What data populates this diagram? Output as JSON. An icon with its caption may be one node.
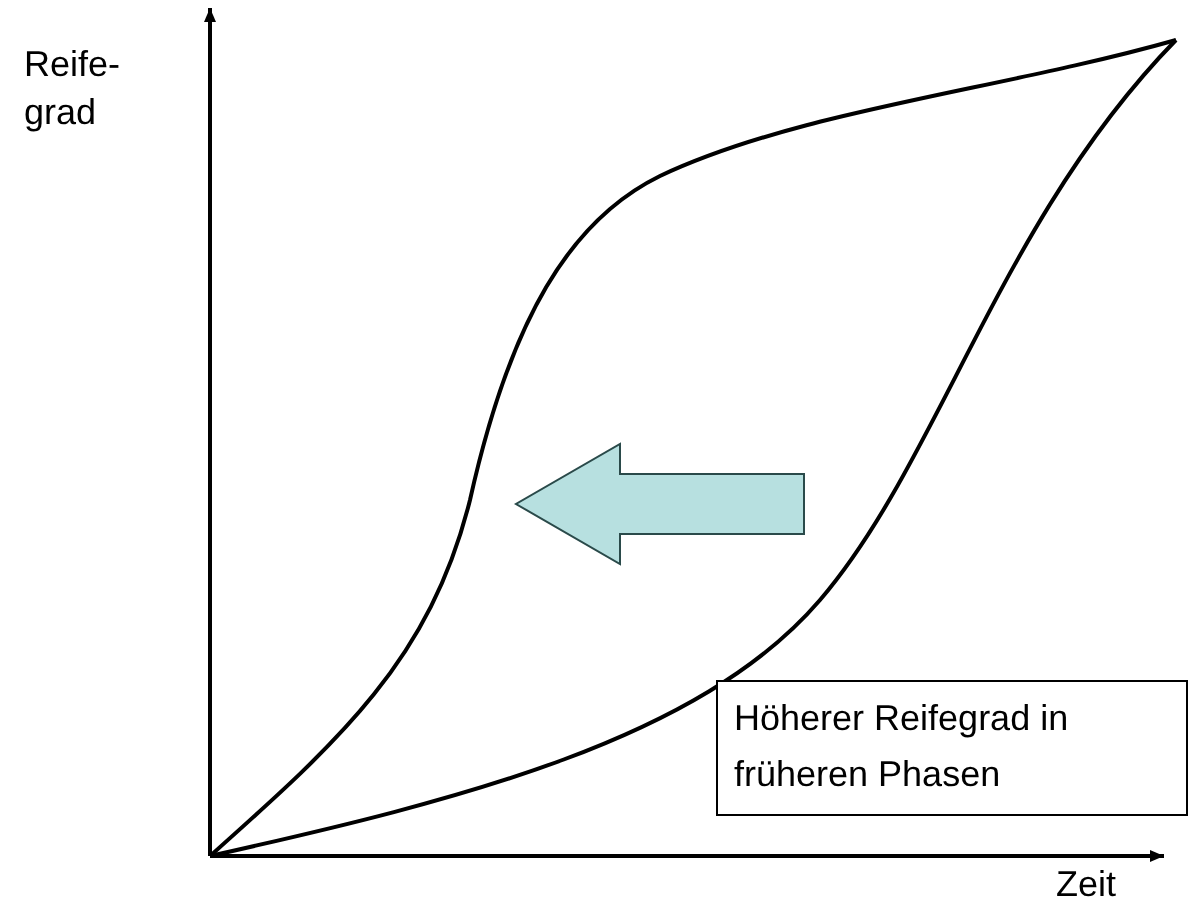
{
  "diagram": {
    "nodes": [
      {
        "text": [
          "Höherer Reifegrad in früheren Phasen"
        ]
      }
    ],
    "labels": [
      "Reife- grad",
      "Zeit"
    ]
  }
}
